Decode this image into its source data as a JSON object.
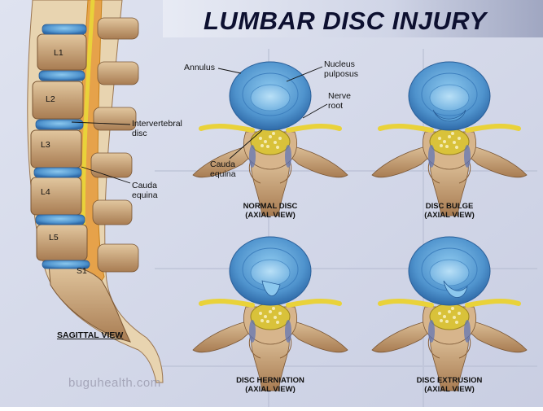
{
  "title": "LUMBAR DISC INJURY",
  "sagittal": {
    "caption": "SAGITTAL VIEW",
    "vertebrae": [
      "L1",
      "L2",
      "L3",
      "L4",
      "L5",
      "S1"
    ],
    "labels": {
      "intervertebral_disc": [
        "Intervertebral",
        "disc"
      ],
      "cauda_equina": [
        "Cauda",
        "equina"
      ]
    }
  },
  "axial_labels": {
    "annulus": "Annulus",
    "nucleus_pulposus": [
      "Nucleus",
      "pulposus"
    ],
    "nerve_root": [
      "Nerve",
      "root"
    ],
    "cauda_equina": [
      "Cauda",
      "equina"
    ]
  },
  "panels": [
    {
      "title": "NORMAL DISC",
      "subtitle": "(AXIAL VIEW)"
    },
    {
      "title": "DISC BULGE",
      "subtitle": "(AXIAL VIEW)"
    },
    {
      "title": "DISC HERNIATION",
      "subtitle": "(AXIAL VIEW)"
    },
    {
      "title": "DISC EXTRUSION",
      "subtitle": "(AXIAL VIEW)"
    }
  ],
  "watermark": "buguhealth.com",
  "colors": {
    "disc_blue": "#5aa2d8",
    "bone": "#c7a27a",
    "nerve_yellow": "#e9d23a",
    "title": "#0d1030"
  }
}
